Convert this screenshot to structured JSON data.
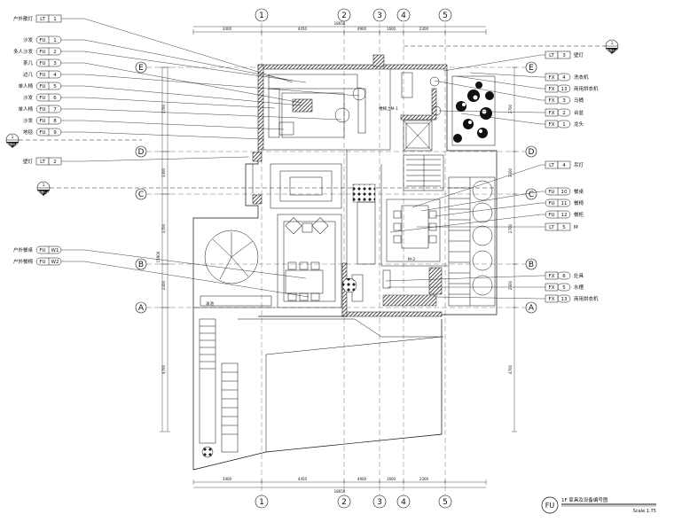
{
  "drawing": {
    "title": "1F 家具及设备编号图",
    "scale": "Scale 1:75",
    "symbol_letters": "FU"
  },
  "grid_columns": [
    "1",
    "2",
    "3",
    "4",
    "5"
  ],
  "grid_rows": [
    "E",
    "D",
    "C",
    "B",
    "A"
  ],
  "dimensions": {
    "top": [
      "3400",
      "4450",
      "4900",
      "1600",
      "2300"
    ],
    "top_total": "18650",
    "bottom": [
      "3400",
      "4450",
      "4900",
      "1600",
      "2300"
    ],
    "bottom_total": "18650",
    "left": [
      "2700",
      "3300",
      "2700",
      "2300",
      "4700"
    ],
    "left_total": "15900",
    "right": [
      "2700",
      "3300",
      "2700",
      "2300",
      "4700"
    ]
  },
  "section_markers": [
    {
      "num": "1",
      "sub": "剖面A-A"
    },
    {
      "num": "1",
      "sub": "剖面B-B"
    },
    {
      "num": "1",
      "sub": "剖面C-C"
    }
  ],
  "left_tags": [
    {
      "label": "户外散灯",
      "code": "LT",
      "num": "1"
    },
    {
      "label": "沙发",
      "code": "FU",
      "num": "1"
    },
    {
      "label": "多人沙发",
      "code": "FU",
      "num": "2"
    },
    {
      "label": "茶几",
      "code": "FU",
      "num": "3"
    },
    {
      "label": "边几",
      "code": "FU",
      "num": "4"
    },
    {
      "label": "单人椅",
      "code": "FU",
      "num": "5"
    },
    {
      "label": "沙发",
      "code": "FU",
      "num": "6"
    },
    {
      "label": "单人椅",
      "code": "FU",
      "num": "7"
    },
    {
      "label": "沙发",
      "code": "FU",
      "num": "8"
    },
    {
      "label": "地毯",
      "code": "FU",
      "num": "9"
    },
    {
      "label": "壁灯",
      "code": "LT",
      "num": "2"
    },
    {
      "label": "户外餐桌",
      "code": "FU",
      "num": "W1"
    },
    {
      "label": "户外餐椅",
      "code": "FU",
      "num": "W2"
    }
  ],
  "right_tags": [
    {
      "code": "LT",
      "num": "3",
      "label": "壁灯"
    },
    {
      "code": "FX",
      "num": "4",
      "label": "洗衣机"
    },
    {
      "code": "FX",
      "num": "13",
      "label": "商用烘衣机"
    },
    {
      "code": "FX",
      "num": "3",
      "label": "马桶"
    },
    {
      "code": "FX",
      "num": "2",
      "label": "台盆"
    },
    {
      "code": "FX",
      "num": "1",
      "label": "龙头"
    },
    {
      "code": "LT",
      "num": "4",
      "label": "吊灯"
    },
    {
      "code": "FU",
      "num": "10",
      "label": "餐桌"
    },
    {
      "code": "FU",
      "num": "11",
      "label": "餐椅"
    },
    {
      "code": "FU",
      "num": "12",
      "label": "餐柜"
    },
    {
      "code": "LT",
      "num": "5",
      "label": "M"
    },
    {
      "code": "FX",
      "num": "6",
      "label": "灶具"
    },
    {
      "code": "FX",
      "num": "5",
      "label": "水槽"
    },
    {
      "code": "FX",
      "num": "13",
      "label": "商用烘衣机"
    }
  ],
  "room_labels": {
    "stairs": "楼梯上M-1",
    "dining": "M-2",
    "pool": "泳池"
  }
}
